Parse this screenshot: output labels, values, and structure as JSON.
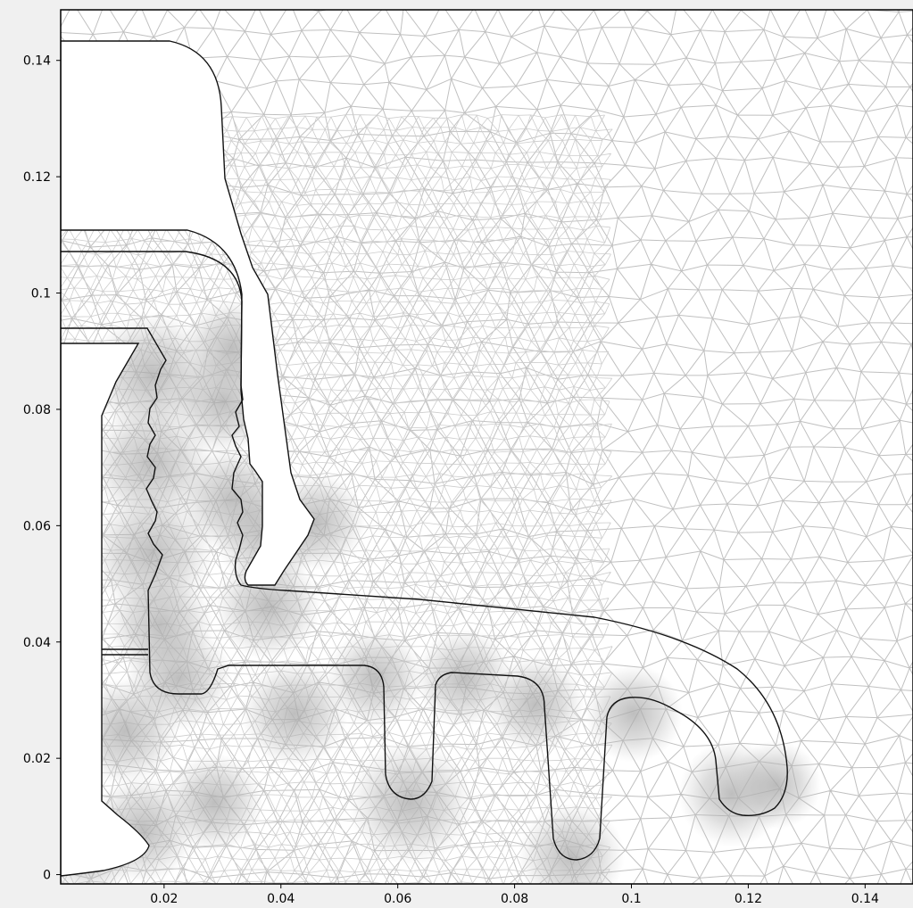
{
  "plot": {
    "background_color": "#ffffff",
    "frame_color": "#000000",
    "mesh_color": "#c0c0c0",
    "dense_mesh_color": "#b8b8b8",
    "boundary_color": "#111111",
    "x_range": [
      0.0023,
      0.1482
    ],
    "y_range": [
      -0.0016,
      0.1487
    ],
    "x_ticks": [
      {
        "value": 0.02,
        "label": "0.02"
      },
      {
        "value": 0.04,
        "label": "0.04"
      },
      {
        "value": 0.06,
        "label": "0.06"
      },
      {
        "value": 0.08,
        "label": "0.08"
      },
      {
        "value": 0.1,
        "label": "0.1"
      },
      {
        "value": 0.12,
        "label": "0.12"
      },
      {
        "value": 0.14,
        "label": "0.14"
      }
    ],
    "y_ticks": [
      {
        "value": 0.0,
        "label": "0"
      },
      {
        "value": 0.02,
        "label": "0.02"
      },
      {
        "value": 0.04,
        "label": "0.04"
      },
      {
        "value": 0.06,
        "label": "0.06"
      },
      {
        "value": 0.08,
        "label": "0.08"
      },
      {
        "value": 0.1,
        "label": "0.1"
      },
      {
        "value": 0.12,
        "label": "0.12"
      },
      {
        "value": 0.14,
        "label": "0.14"
      }
    ]
  }
}
